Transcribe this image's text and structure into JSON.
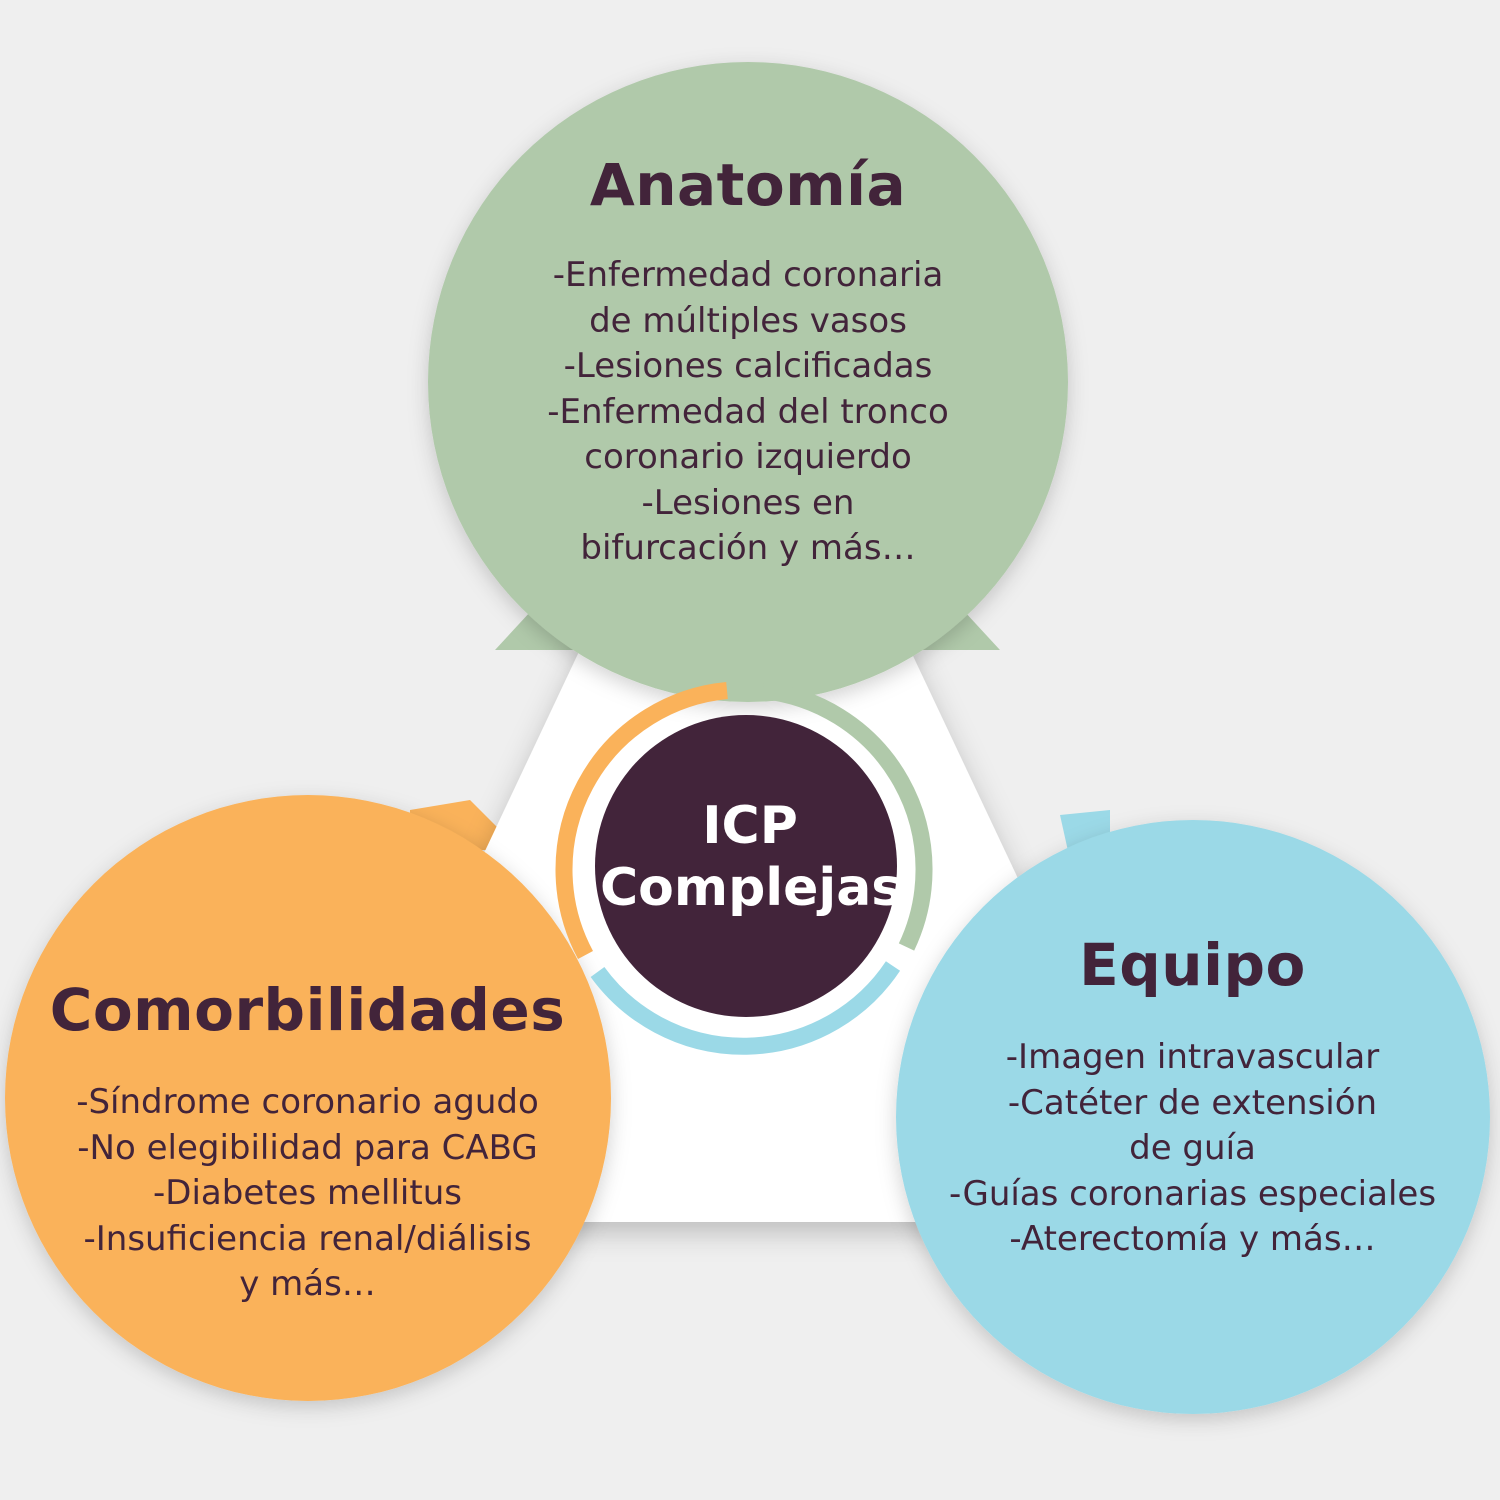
{
  "colors": {
    "background": "#efefef",
    "triangle": "#ffffff",
    "anatomia": "#b0c9aa",
    "comorbilidades": "#fab25a",
    "equipo": "#9bd9e7",
    "center": "#42243a",
    "text_dark": "#42243a",
    "text_light": "#ffffff"
  },
  "center": {
    "line1": "ICP",
    "line2": "Complejas"
  },
  "circles": {
    "anatomia": {
      "title": "Anatomía",
      "items": [
        "-Enfermedad coronaria",
        "de múltiples vasos",
        "-Lesiones calcificadas",
        "-Enfermedad del tronco",
        "coronario izquierdo",
        "-Lesiones en",
        "bifurcación y más…"
      ]
    },
    "comorbilidades": {
      "title": "Comorbilidades",
      "items": [
        "-Síndrome coronario agudo",
        "-No elegibilidad para CABG",
        "-Diabetes mellitus",
        "-Insuficiencia renal/diálisis",
        "y más…"
      ]
    },
    "equipo": {
      "title": "Equipo",
      "items": [
        "-Imagen intravascular",
        "-Catéter de extensión",
        "de guía",
        "-Guías coronarias especiales",
        "-Aterectomía y más…"
      ]
    }
  }
}
